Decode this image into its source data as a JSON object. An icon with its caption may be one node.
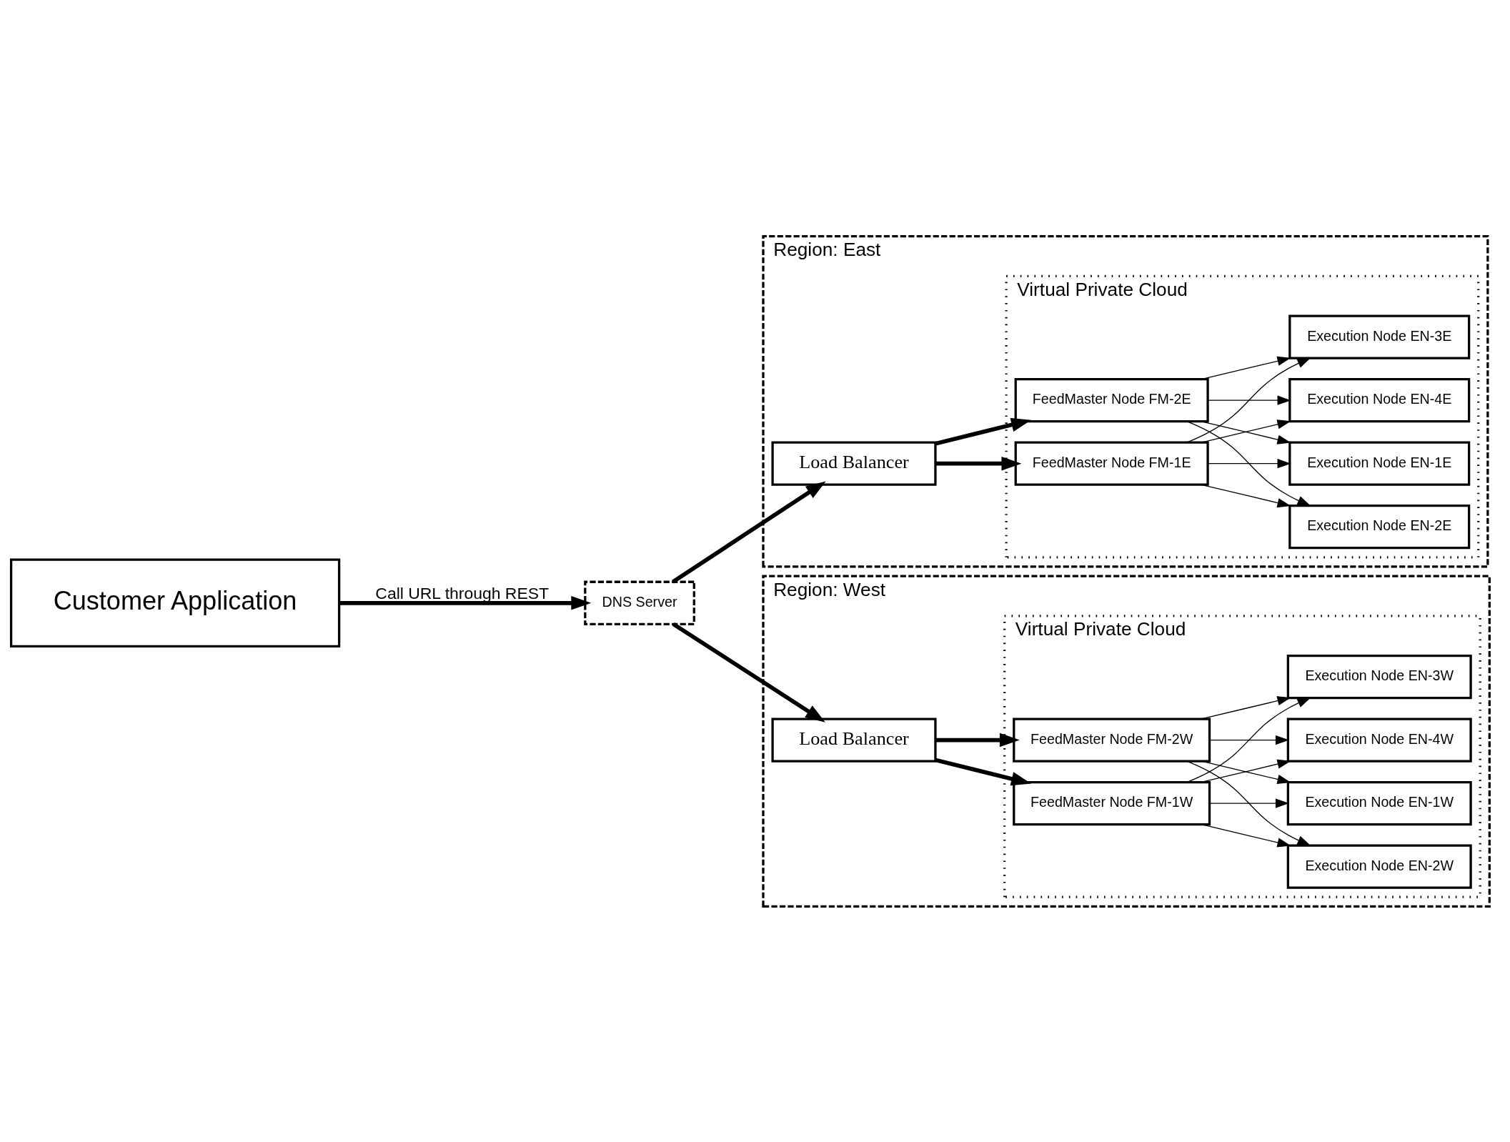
{
  "diagram": {
    "nodes": [
      {
        "text": [
          "Customer Application"
        ]
      },
      {
        "text": [
          "DNS Server"
        ]
      },
      {
        "text": [
          "Region: East"
        ]
      },
      {
        "text": [
          "Load Balancer"
        ],
        "in": 2
      },
      {
        "text": [
          "Virtual Private Cloud"
        ],
        "in": 2
      },
      {
        "text": [
          "FeedMaster Node FM-1E"
        ],
        "in": 4
      },
      {
        "text": [
          "FeedMaster Node FM-2E"
        ],
        "in": 4
      },
      {
        "text": [
          "Execution Node EN-1E"
        ],
        "in": 4
      },
      {
        "text": [
          "Execution Node EN-2E"
        ],
        "in": 4
      },
      {
        "text": [
          "Execution Node EN-3E"
        ],
        "in": 4
      },
      {
        "text": [
          "Execution Node EN-4E"
        ],
        "in": 4
      },
      {
        "text": [
          "Region: West"
        ]
      },
      {
        "text": [
          "Load Balancer"
        ],
        "in": 11
      },
      {
        "text": [
          "Virtual Private Cloud"
        ],
        "in": 11
      },
      {
        "text": [
          "FeedMaster Node FM-1W"
        ],
        "in": 13
      },
      {
        "text": [
          "FeedMaster Node FM-2W"
        ],
        "in": 13
      },
      {
        "text": [
          "Execution Node EN-1W"
        ],
        "in": 13
      },
      {
        "text": [
          "Execution Node EN-2W"
        ],
        "in": 13
      },
      {
        "text": [
          "Execution Node EN-3W"
        ],
        "in": 13
      },
      {
        "text": [
          "Execution Node EN-4W"
        ],
        "in": 13
      }
    ],
    "edges": [
      {
        "from": 0,
        "to": 1,
        "arrow": "to",
        "label": "Call URL through REST",
        "style": "thick"
      },
      {
        "from": 1,
        "to": 3,
        "arrow": "to",
        "style": "thick"
      },
      {
        "from": 1,
        "to": 12,
        "arrow": "to",
        "style": "thick"
      },
      {
        "from": 3,
        "to": 5,
        "arrow": "to",
        "style": "thick"
      },
      {
        "from": 3,
        "to": 6,
        "arrow": "to",
        "style": "thick"
      },
      {
        "from": 5,
        "to": 7,
        "arrow": "to"
      },
      {
        "from": 5,
        "to": 8,
        "arrow": "to"
      },
      {
        "from": 5,
        "to": 9,
        "arrow": "to"
      },
      {
        "from": 5,
        "to": 10,
        "arrow": "to"
      },
      {
        "from": 6,
        "to": 7,
        "arrow": "to"
      },
      {
        "from": 6,
        "to": 8,
        "arrow": "to"
      },
      {
        "from": 6,
        "to": 9,
        "arrow": "to"
      },
      {
        "from": 6,
        "to": 10,
        "arrow": "to"
      },
      {
        "from": 12,
        "to": 14,
        "arrow": "to",
        "style": "thick"
      },
      {
        "from": 12,
        "to": 15,
        "arrow": "to",
        "style": "thick"
      },
      {
        "from": 14,
        "to": 16,
        "arrow": "to"
      },
      {
        "from": 14,
        "to": 17,
        "arrow": "to"
      },
      {
        "from": 14,
        "to": 18,
        "arrow": "to"
      },
      {
        "from": 14,
        "to": 19,
        "arrow": "to"
      },
      {
        "from": 15,
        "to": 16,
        "arrow": "to"
      },
      {
        "from": 15,
        "to": 17,
        "arrow": "to"
      },
      {
        "from": 15,
        "to": 18,
        "arrow": "to"
      },
      {
        "from": 15,
        "to": 19,
        "arrow": "to"
      }
    ]
  }
}
